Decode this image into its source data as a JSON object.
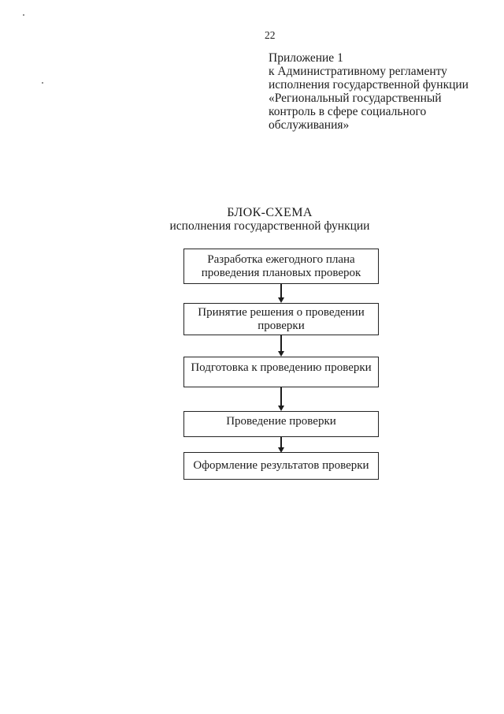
{
  "page": {
    "number": "22"
  },
  "appendix": {
    "lines": [
      "Приложение 1",
      "к Административному регламенту",
      "исполнения государственной функции",
      "«Региональный государственный",
      "контроль в сфере социального",
      "обслуживания»"
    ]
  },
  "flowchart": {
    "title_line1": "БЛОК-СХЕМА",
    "title_line2": "исполнения государственной функции",
    "blocks": [
      {
        "lines": [
          "Разработка ежегодного плана",
          "проведения плановых проверок"
        ]
      },
      {
        "lines": [
          "Принятие решения о проведении",
          "проверки"
        ]
      },
      {
        "lines": [
          "Подготовка к проведению проверки"
        ]
      },
      {
        "lines": [
          "Проведение проверки"
        ]
      },
      {
        "lines": [
          "Оформление результатов проверки"
        ]
      }
    ]
  },
  "colors": {
    "ink": "#1c1c1c",
    "paper": "#ffffff"
  }
}
